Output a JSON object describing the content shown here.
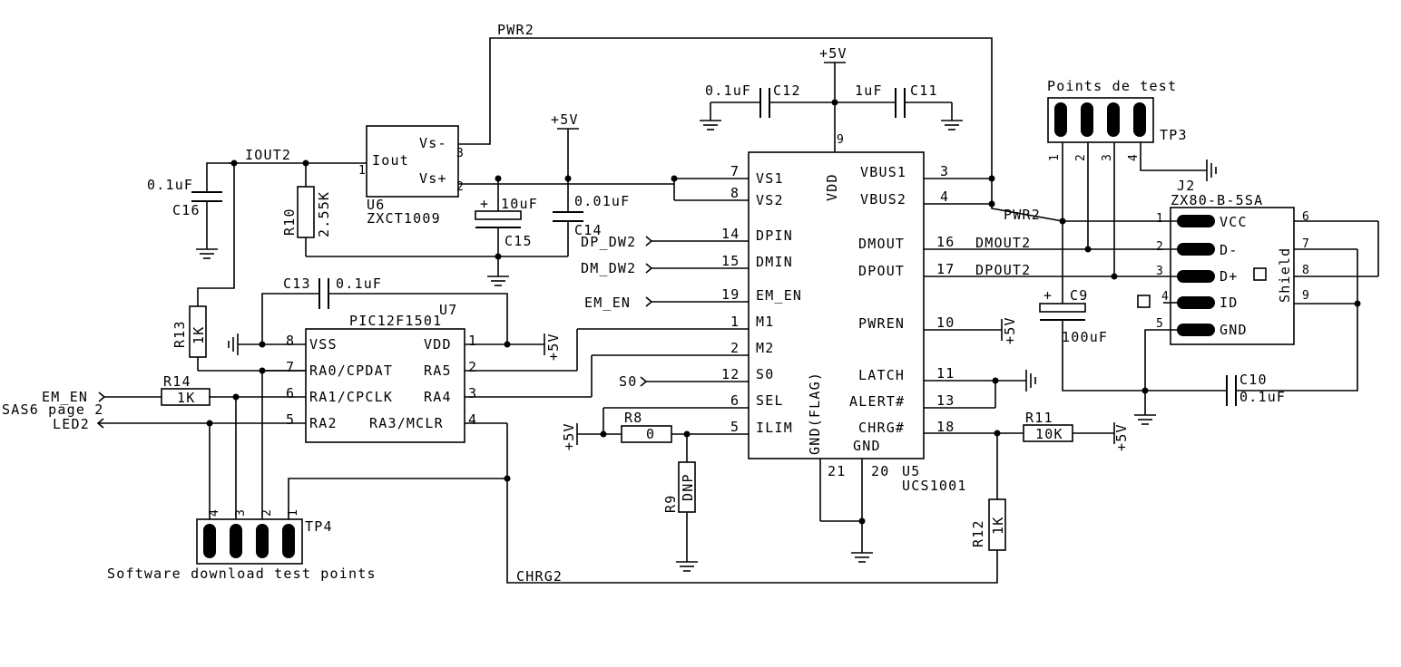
{
  "nets": {
    "pwr2_top": "PWR2",
    "pwr2_right": "PWR2",
    "iout2": "IOUT2",
    "dp_dw2": "DP_DW2",
    "dm_dw2": "DM_DW2",
    "em_en_u5": "EM_EN",
    "em_en_left": "EM_EN",
    "s0": "S0",
    "led2": "LED2",
    "sas6_ref": "SAS6 page 2",
    "dmout2": "DMOUT2",
    "dpout2": "DPOUT2",
    "chrg2": "CHRG2"
  },
  "power": {
    "p5v_vdd": "+5V",
    "p5v_vs": "+5V",
    "p5v_u7": "+5V",
    "p5v_pwren": "+5V",
    "p5v_ilim": "+5V",
    "p5v_r11": "+5V"
  },
  "u5": {
    "ref": "U5",
    "part": "UCS1001",
    "vdd_label": "VDD",
    "vdd_pin": "9",
    "gnd_flag_label": "GND(FLAG)",
    "gnd_label": "GND",
    "pins_left": [
      {
        "num": "7",
        "name": "VS1"
      },
      {
        "num": "8",
        "name": "VS2"
      },
      {
        "num": "14",
        "name": "DPIN"
      },
      {
        "num": "15",
        "name": "DMIN"
      },
      {
        "num": "19",
        "name": "EM_EN"
      },
      {
        "num": "1",
        "name": "M1"
      },
      {
        "num": "2",
        "name": "M2"
      },
      {
        "num": "12",
        "name": "S0"
      },
      {
        "num": "6",
        "name": "SEL"
      },
      {
        "num": "5",
        "name": "ILIM"
      }
    ],
    "pins_right": [
      {
        "num": "3",
        "name": "VBUS1"
      },
      {
        "num": "4",
        "name": "VBUS2"
      },
      {
        "num": "16",
        "name": "DMOUT"
      },
      {
        "num": "17",
        "name": "DPOUT"
      },
      {
        "num": "10",
        "name": "PWREN"
      },
      {
        "num": "11",
        "name": "LATCH"
      },
      {
        "num": "13",
        "name": "ALERT#"
      },
      {
        "num": "18",
        "name": "CHRG#"
      }
    ],
    "pins_bottom": [
      "21",
      "20"
    ]
  },
  "u6": {
    "ref": "U6",
    "part": "ZXCT1009",
    "pins": [
      {
        "num": "1",
        "name": "Iout"
      },
      {
        "num": "3",
        "name": "Vs-"
      },
      {
        "num": "2",
        "name": "Vs+"
      }
    ]
  },
  "u7": {
    "ref": "U7",
    "part": "PIC12F1501",
    "pins_left": [
      {
        "num": "8",
        "name": "VSS"
      },
      {
        "num": "7",
        "name": "RA0/CPDAT"
      },
      {
        "num": "6",
        "name": "RA1/CPCLK"
      },
      {
        "num": "5",
        "name": "RA2"
      }
    ],
    "pins_right": [
      {
        "num": "1",
        "name": "VDD"
      },
      {
        "num": "2",
        "name": "RA5"
      },
      {
        "num": "3",
        "name": "RA4"
      },
      {
        "num": "4",
        "name": "RA3/MCLR"
      }
    ]
  },
  "j2": {
    "ref": "J2",
    "part": "ZX80-B-5SA",
    "shield_label": "Shield",
    "pins": [
      {
        "num": "1",
        "name": "VCC"
      },
      {
        "num": "2",
        "name": "D-"
      },
      {
        "num": "3",
        "name": "D+"
      },
      {
        "num": "4",
        "name": "ID"
      },
      {
        "num": "5",
        "name": "GND"
      }
    ],
    "shield_pins": [
      "6",
      "7",
      "8",
      "9"
    ]
  },
  "tp3": {
    "ref": "TP3",
    "title": "Points de test",
    "pins": [
      "1",
      "2",
      "3",
      "4"
    ]
  },
  "tp4": {
    "ref": "TP4",
    "caption": "Software download test points",
    "pins": [
      "4",
      "3",
      "2",
      "1"
    ]
  },
  "caps": {
    "c9": {
      "ref": "C9",
      "value": "100uF",
      "polar": "+"
    },
    "c10": {
      "ref": "C10",
      "value": "0.1uF"
    },
    "c11": {
      "ref": "C11",
      "value": "1uF"
    },
    "c12": {
      "ref": "C12",
      "value": "0.1uF"
    },
    "c13": {
      "ref": "C13",
      "value": "0.1uF"
    },
    "c14": {
      "ref": "C14",
      "value": "0.01uF"
    },
    "c15": {
      "ref": "C15",
      "value": "10uF",
      "polar": "+"
    },
    "c16": {
      "ref": "C16",
      "value": "0.1uF"
    }
  },
  "resistors": {
    "r8": {
      "ref": "R8",
      "value": "0"
    },
    "r9": {
      "ref": "R9",
      "value": "DNP"
    },
    "r10": {
      "ref": "R10",
      "value": "2.55K"
    },
    "r11": {
      "ref": "R11",
      "value": "10K"
    },
    "r12": {
      "ref": "R12",
      "value": "1K"
    },
    "r13": {
      "ref": "R13",
      "value": "1K"
    },
    "r14": {
      "ref": "R14",
      "value": "1K"
    }
  }
}
